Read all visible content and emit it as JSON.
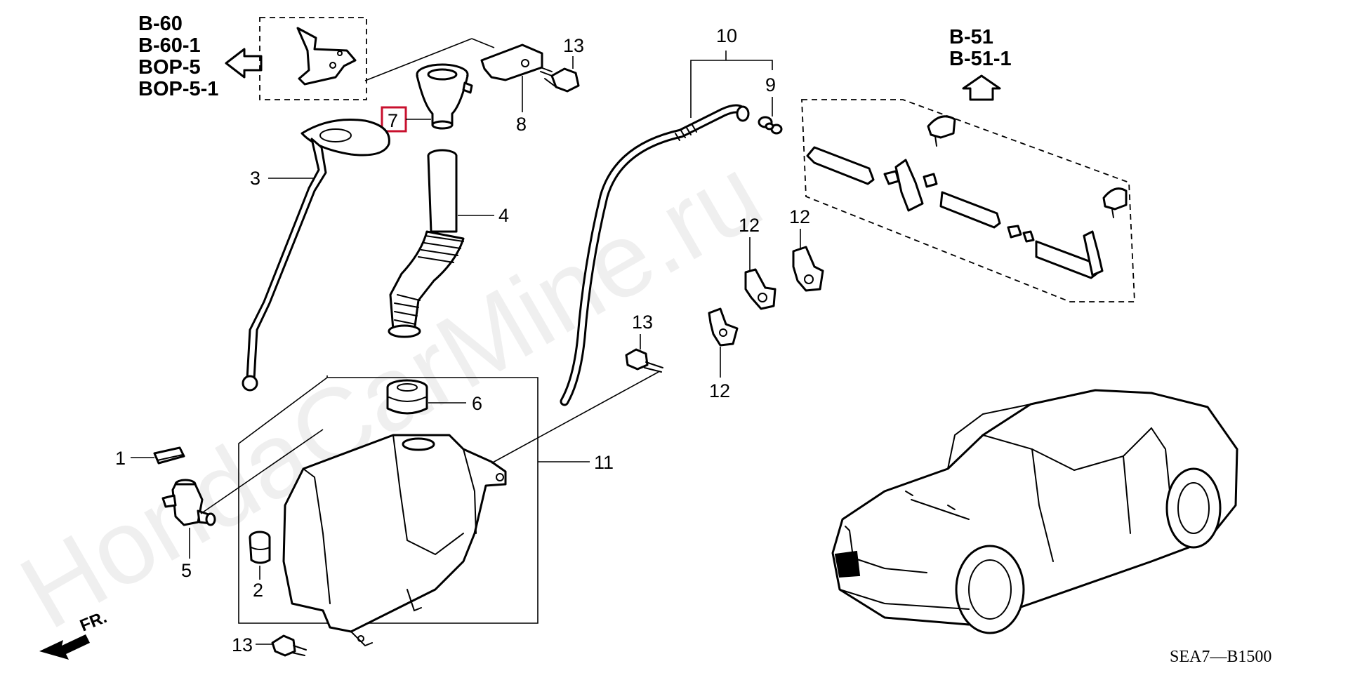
{
  "diagram_code": "SEA7—B1500",
  "front_label": "FR.",
  "watermark": "HondaCarMine.ru",
  "selected_part": "7",
  "colors": {
    "highlight": "#c8102e",
    "ink": "#000000",
    "background": "#ffffff"
  },
  "references": {
    "left": [
      "B-60",
      "B-60-1",
      "BOP-5",
      "BOP-5-1"
    ],
    "right": [
      "B-51",
      "B-51-1"
    ]
  },
  "callouts": {
    "c1": "1",
    "c2": "2",
    "c3": "3",
    "c4": "4",
    "c5": "5",
    "c6": "6",
    "c7": "7",
    "c8": "8",
    "c9": "9",
    "c10": "10",
    "c11": "11",
    "c12a": "12",
    "c12b": "12",
    "c12c": "12",
    "c13a": "13",
    "c13b": "13",
    "c13c": "13"
  }
}
